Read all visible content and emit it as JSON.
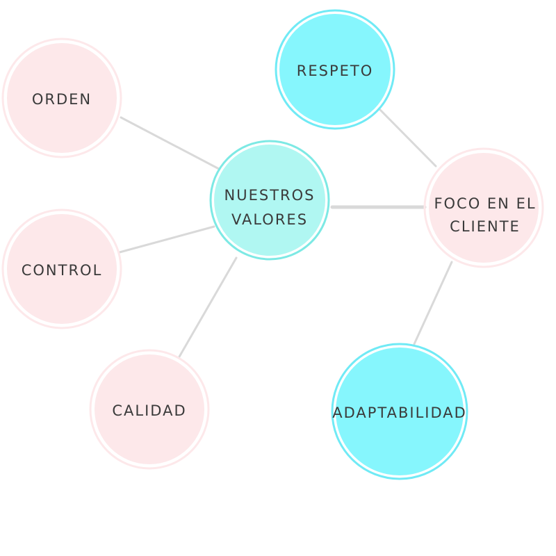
{
  "center": {
    "lines": [
      "NUESTROS",
      "VALORES"
    ],
    "fill": "#b0f7f2",
    "ring": "#7de9e4"
  },
  "nodes": [
    {
      "id": "orden",
      "lines": [
        "ORDEN"
      ],
      "style": "pink"
    },
    {
      "id": "control",
      "lines": [
        "CONTROL"
      ],
      "style": "pink"
    },
    {
      "id": "calidad",
      "lines": [
        "CALIDAD"
      ],
      "style": "pink"
    },
    {
      "id": "respeto",
      "lines": [
        "RESPETO"
      ],
      "style": "cyan"
    },
    {
      "id": "foco",
      "lines": [
        "FOCO EN EL",
        "CLIENTE"
      ],
      "style": "pink"
    },
    {
      "id": "adaptabilidad",
      "lines": [
        "ADAPTABILIDAD"
      ],
      "style": "cyan"
    }
  ],
  "colors": {
    "pink_fill": "#fde8ea",
    "pink_ring": "#fde8ea",
    "cyan_fill": "#86f6fd",
    "cyan_ring": "#70eaf5",
    "edge": "#d9d9d9",
    "text": "#3a3a3a"
  },
  "edges": [
    [
      "center",
      "orden"
    ],
    [
      "center",
      "control"
    ],
    [
      "center",
      "calidad"
    ],
    [
      "center",
      "foco"
    ],
    [
      "foco",
      "respeto"
    ],
    [
      "foco",
      "adaptabilidad"
    ]
  ]
}
